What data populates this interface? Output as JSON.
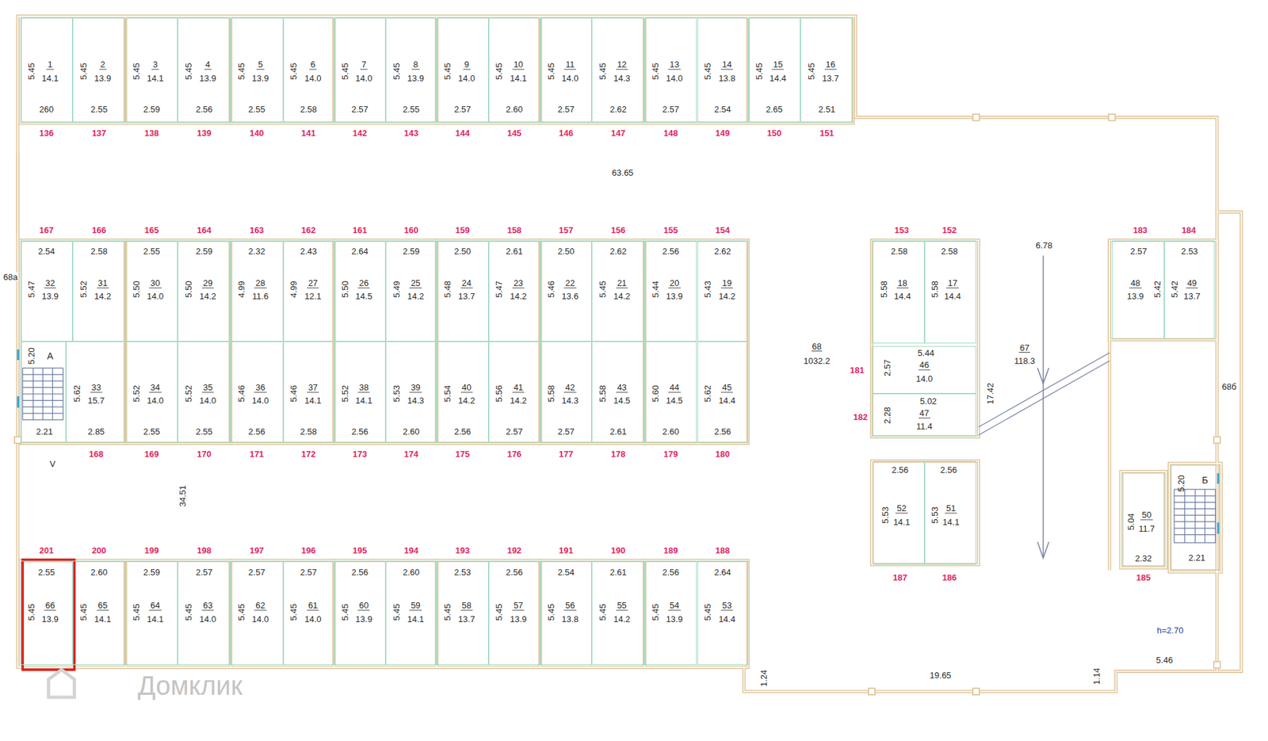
{
  "diagram": {
    "nodes": [
      {
        "text": [
          "5.45",
          "1",
          "14.1",
          "260",
          "136"
        ]
      },
      {
        "text": [
          "5.45",
          "2",
          "13.9",
          "2.55",
          "137"
        ]
      },
      {
        "text": [
          "5.45",
          "3",
          "14.1",
          "2.59",
          "138"
        ]
      },
      {
        "text": [
          "5.45",
          "4",
          "13.9",
          "2.56",
          "139"
        ]
      },
      {
        "text": [
          "5.45",
          "5",
          "13.9",
          "2.55",
          "140"
        ]
      },
      {
        "text": [
          "5.45",
          "6",
          "14.0",
          "2.58",
          "141"
        ]
      },
      {
        "text": [
          "5.45",
          "7",
          "14.0",
          "2.57",
          "142"
        ]
      },
      {
        "text": [
          "5.45",
          "8",
          "13.9",
          "2.55",
          "143"
        ]
      },
      {
        "text": [
          "5.45",
          "9",
          "14.0",
          "2.57",
          "144"
        ]
      },
      {
        "text": [
          "5.45",
          "10",
          "14.1",
          "2.60",
          "145"
        ]
      },
      {
        "text": [
          "5.45",
          "11",
          "14.0",
          "2.57",
          "146"
        ]
      },
      {
        "text": [
          "5.45",
          "12",
          "14.3",
          "2.62",
          "147"
        ]
      },
      {
        "text": [
          "5.45",
          "13",
          "14.0",
          "2.57",
          "148"
        ]
      },
      {
        "text": [
          "5.45",
          "14",
          "13.8",
          "2.54",
          "149"
        ]
      },
      {
        "text": [
          "5.45",
          "15",
          "14.4",
          "2.65",
          "150"
        ]
      },
      {
        "text": [
          "5.45",
          "16",
          "13.7",
          "2.51",
          "151"
        ]
      },
      {
        "text": [
          "5.47",
          "32",
          "13.9",
          "2.54",
          "167"
        ]
      },
      {
        "text": [
          "5.52",
          "31",
          "14.2",
          "2.58",
          "166"
        ]
      },
      {
        "text": [
          "5.50",
          "30",
          "14.0",
          "2.55",
          "165"
        ]
      },
      {
        "text": [
          "5.50",
          "29",
          "14.2",
          "2.59",
          "164"
        ]
      },
      {
        "text": [
          "4.99",
          "28",
          "11.6",
          "2.32",
          "163"
        ]
      },
      {
        "text": [
          "4.99",
          "27",
          "12.1",
          "2.43",
          "162"
        ]
      },
      {
        "text": [
          "5.50",
          "26",
          "14.5",
          "2.64",
          "161"
        ]
      },
      {
        "text": [
          "5.49",
          "25",
          "14.2",
          "2.59",
          "160"
        ]
      },
      {
        "text": [
          "5.48",
          "24",
          "13.7",
          "2.50",
          "159"
        ]
      },
      {
        "text": [
          "5.47",
          "23",
          "14.2",
          "2.61",
          "158"
        ]
      },
      {
        "text": [
          "5.46",
          "22",
          "13.6",
          "2.50",
          "157"
        ]
      },
      {
        "text": [
          "5.45",
          "21",
          "14.2",
          "2.62",
          "156"
        ]
      },
      {
        "text": [
          "5.44",
          "20",
          "13.9",
          "2.56",
          "155"
        ]
      },
      {
        "text": [
          "5.43",
          "19",
          "14.2",
          "2.62",
          "154"
        ]
      },
      {
        "text": [
          "5.20",
          "А",
          "2.21"
        ]
      },
      {
        "text": [
          "5.62",
          "33",
          "15.7",
          "2.85",
          "168"
        ]
      },
      {
        "text": [
          "5.52",
          "34",
          "14.0",
          "2.55",
          "169"
        ]
      },
      {
        "text": [
          "5.52",
          "35",
          "14.0",
          "2.55",
          "170"
        ]
      },
      {
        "text": [
          "5.46",
          "36",
          "14.0",
          "2.56",
          "171"
        ]
      },
      {
        "text": [
          "5.46",
          "37",
          "14.1",
          "2.58",
          "172"
        ]
      },
      {
        "text": [
          "5.52",
          "38",
          "14.1",
          "2.56",
          "173"
        ]
      },
      {
        "text": [
          "5.53",
          "39",
          "14.3",
          "2.60",
          "174"
        ]
      },
      {
        "text": [
          "5.54",
          "40",
          "14.2",
          "2.56",
          "175"
        ]
      },
      {
        "text": [
          "5.56",
          "41",
          "14.2",
          "2.57",
          "176"
        ]
      },
      {
        "text": [
          "5.58",
          "42",
          "14.3",
          "2.57",
          "177"
        ]
      },
      {
        "text": [
          "5.58",
          "43",
          "14.5",
          "2.61",
          "178"
        ]
      },
      {
        "text": [
          "5.60",
          "44",
          "14.5",
          "2.60",
          "179"
        ]
      },
      {
        "text": [
          "5.62",
          "45",
          "14.4",
          "2.56",
          "180"
        ]
      },
      {
        "text": [
          "5.45",
          "66",
          "13.9",
          "2.55",
          "201"
        ]
      },
      {
        "text": [
          "5.45",
          "65",
          "14.1",
          "2.60",
          "200"
        ]
      },
      {
        "text": [
          "5.45",
          "64",
          "14.1",
          "2.59",
          "199"
        ]
      },
      {
        "text": [
          "5.45",
          "63",
          "14.0",
          "2.57",
          "198"
        ]
      },
      {
        "text": [
          "5.45",
          "62",
          "14.0",
          "2.57",
          "197"
        ]
      },
      {
        "text": [
          "5.45",
          "61",
          "14.0",
          "2.57",
          "196"
        ]
      },
      {
        "text": [
          "5.45",
          "60",
          "13.9",
          "2.56",
          "195"
        ]
      },
      {
        "text": [
          "5.45",
          "59",
          "14.1",
          "2.60",
          "194"
        ]
      },
      {
        "text": [
          "5.45",
          "58",
          "13.7",
          "2.53",
          "193"
        ]
      },
      {
        "text": [
          "5.45",
          "57",
          "13.9",
          "2.56",
          "192"
        ]
      },
      {
        "text": [
          "5.45",
          "56",
          "13.8",
          "2.54",
          "191"
        ]
      },
      {
        "text": [
          "5.45",
          "55",
          "14.2",
          "2.61",
          "190"
        ]
      },
      {
        "text": [
          "5.45",
          "54",
          "13.9",
          "2.56",
          "189"
        ]
      },
      {
        "text": [
          "5.45",
          "53",
          "14.4",
          "2.64",
          "188"
        ]
      },
      {
        "text": [
          "5.58",
          "18",
          "14.4",
          "2.58",
          "153"
        ]
      },
      {
        "text": [
          "5.58",
          "17",
          "14.4",
          "2.58",
          "152"
        ]
      },
      {
        "text": [
          "2.57",
          "46",
          "14.0",
          "5.44",
          "181"
        ]
      },
      {
        "text": [
          "2.28",
          "47",
          "11.4",
          "5.02",
          "182"
        ]
      },
      {
        "text": [
          "5.53",
          "52",
          "14.1",
          "2.56",
          "187"
        ]
      },
      {
        "text": [
          "5.53",
          "51",
          "14.1",
          "2.56",
          "186"
        ]
      },
      {
        "text": [
          "5.42",
          "48",
          "13.9",
          "2.57",
          "183"
        ]
      },
      {
        "text": [
          "5.42",
          "49",
          "13.7",
          "2.53",
          "184"
        ]
      },
      {
        "text": [
          "5.04",
          "50",
          "11.7",
          "2.32",
          "185"
        ]
      },
      {
        "text": [
          "5.20",
          "Б",
          "2.21"
        ]
      }
    ],
    "labels": [
      "63.65",
      "6.78",
      "68",
      "1032.2",
      "67",
      "118.3",
      "17.42",
      "34.51",
      "19.65",
      "1.24",
      "1.14",
      "5.46",
      "h=2.70",
      "68а",
      "68б",
      "V",
      "Домклик"
    ]
  }
}
